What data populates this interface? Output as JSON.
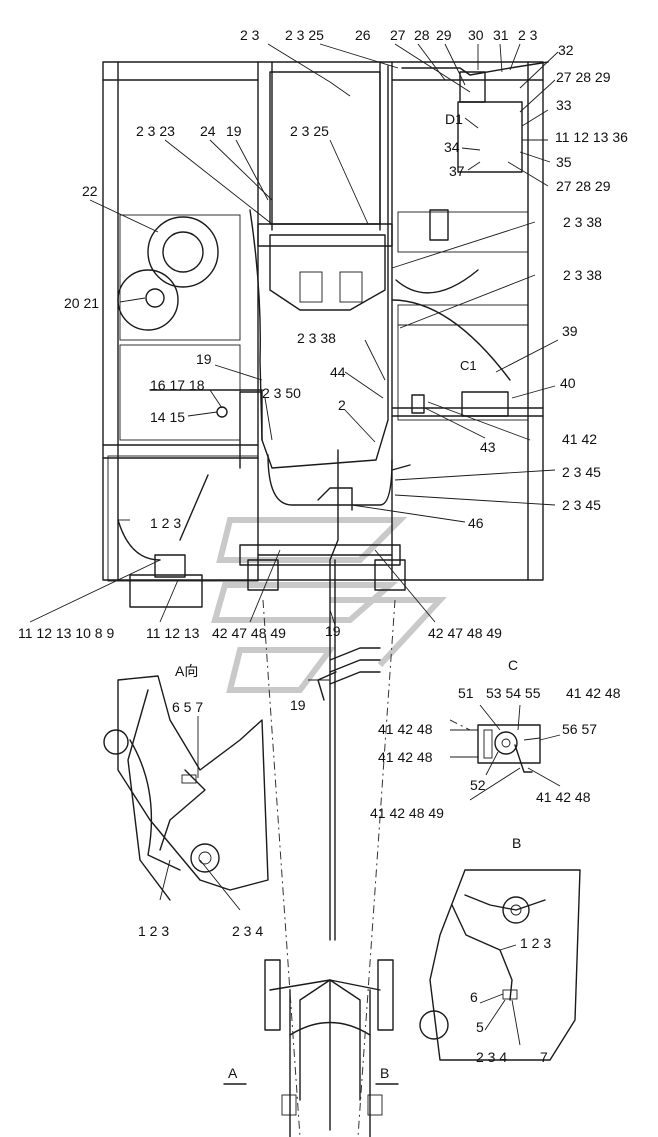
{
  "callouts": [
    {
      "id": "c1",
      "text": "2 3"
    },
    {
      "id": "c2",
      "text": "2 3 25"
    },
    {
      "id": "c3",
      "text": "26"
    },
    {
      "id": "c4",
      "text": "27"
    },
    {
      "id": "c5",
      "text": "28"
    },
    {
      "id": "c6",
      "text": "29"
    },
    {
      "id": "c7",
      "text": "30"
    },
    {
      "id": "c8",
      "text": "31"
    },
    {
      "id": "c9",
      "text": "2 3"
    },
    {
      "id": "c10",
      "text": "32"
    },
    {
      "id": "c11",
      "text": "27 28 29"
    },
    {
      "id": "c12",
      "text": "2 3 23"
    },
    {
      "id": "c13",
      "text": "24"
    },
    {
      "id": "c14",
      "text": "19"
    },
    {
      "id": "c15",
      "text": "2 3 25"
    },
    {
      "id": "c16",
      "text": "D1"
    },
    {
      "id": "c17",
      "text": "33"
    },
    {
      "id": "c18",
      "text": "11 12 13 36"
    },
    {
      "id": "c19",
      "text": "34"
    },
    {
      "id": "c20",
      "text": "35"
    },
    {
      "id": "c21",
      "text": "37"
    },
    {
      "id": "c22",
      "text": "27 28 29"
    },
    {
      "id": "c23",
      "text": "22"
    },
    {
      "id": "c24",
      "text": "2 3 38"
    },
    {
      "id": "c25",
      "text": "2 3 38"
    },
    {
      "id": "c26",
      "text": "20 21"
    },
    {
      "id": "c27",
      "text": "2 3 38"
    },
    {
      "id": "c28",
      "text": "39"
    },
    {
      "id": "c29",
      "text": "19"
    },
    {
      "id": "c30",
      "text": "44"
    },
    {
      "id": "c31",
      "text": "C1"
    },
    {
      "id": "c32",
      "text": "16 17 18"
    },
    {
      "id": "c33",
      "text": "2 3 50"
    },
    {
      "id": "c34",
      "text": "40"
    },
    {
      "id": "c35",
      "text": "14 15"
    },
    {
      "id": "c36",
      "text": "2"
    },
    {
      "id": "c37",
      "text": "43"
    },
    {
      "id": "c38",
      "text": "41 42"
    },
    {
      "id": "c39",
      "text": "2 3 45"
    },
    {
      "id": "c40",
      "text": "2 3 45"
    },
    {
      "id": "c41",
      "text": "1 2 3"
    },
    {
      "id": "c42",
      "text": "46"
    },
    {
      "id": "c43",
      "text": "11 12 13 10 8 9"
    },
    {
      "id": "c44",
      "text": "11 12 13"
    },
    {
      "id": "c45",
      "text": "42 47 48 49"
    },
    {
      "id": "c46",
      "text": "19"
    },
    {
      "id": "c47",
      "text": "42 47 48 49"
    },
    {
      "id": "c48",
      "text": "A向"
    },
    {
      "id": "c49",
      "text": "C"
    },
    {
      "id": "c50",
      "text": "19"
    },
    {
      "id": "c51",
      "text": "6 5 7"
    },
    {
      "id": "c52",
      "text": "51"
    },
    {
      "id": "c53",
      "text": "53 54 55"
    },
    {
      "id": "c54",
      "text": "41 42 48"
    },
    {
      "id": "c55",
      "text": "41 42 48"
    },
    {
      "id": "c56",
      "text": "56 57"
    },
    {
      "id": "c57",
      "text": "41 42 48"
    },
    {
      "id": "c58",
      "text": "52"
    },
    {
      "id": "c59",
      "text": "41 42 48"
    },
    {
      "id": "c60",
      "text": "41 42 48 49"
    },
    {
      "id": "c61",
      "text": "B"
    },
    {
      "id": "c62",
      "text": "1 2 3"
    },
    {
      "id": "c63",
      "text": "2 3 4"
    },
    {
      "id": "c64",
      "text": "1 2 3"
    },
    {
      "id": "c65",
      "text": "6"
    },
    {
      "id": "c66",
      "text": "5"
    },
    {
      "id": "c67",
      "text": "A"
    },
    {
      "id": "c68",
      "text": "B"
    },
    {
      "id": "c69",
      "text": "2 3 4"
    },
    {
      "id": "c70",
      "text": "7"
    }
  ]
}
